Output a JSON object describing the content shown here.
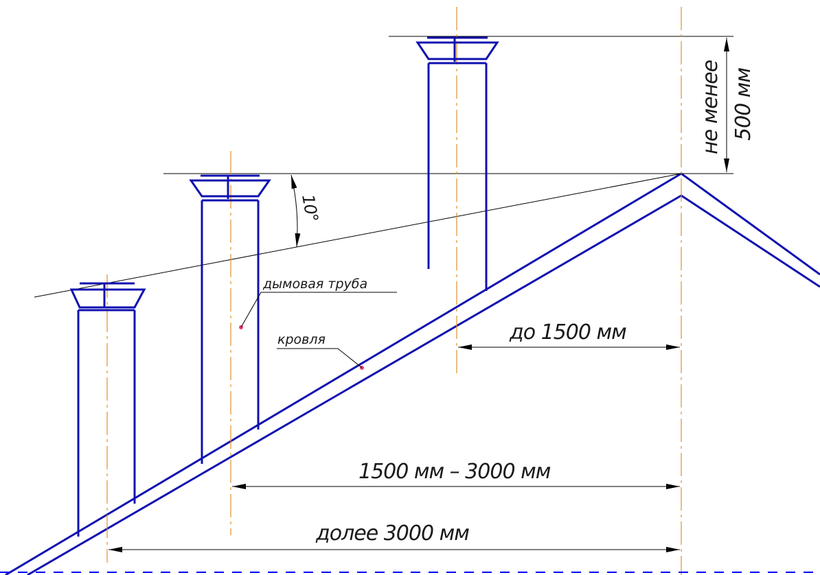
{
  "labels": {
    "chimney": "дымовая труба",
    "roof": "кровля"
  },
  "dimensions": {
    "min_height_line1": "не менее",
    "min_height_line2": "500 мм",
    "angle": "10°",
    "up_to_1500": "до 1500 мм",
    "range_1500_3000": "1500 мм – 3000 мм",
    "over_3000": "долее 3000 мм"
  },
  "colors": {
    "structure": "#1010b0",
    "axis": "#e0902a",
    "marker": "#e0406a"
  }
}
